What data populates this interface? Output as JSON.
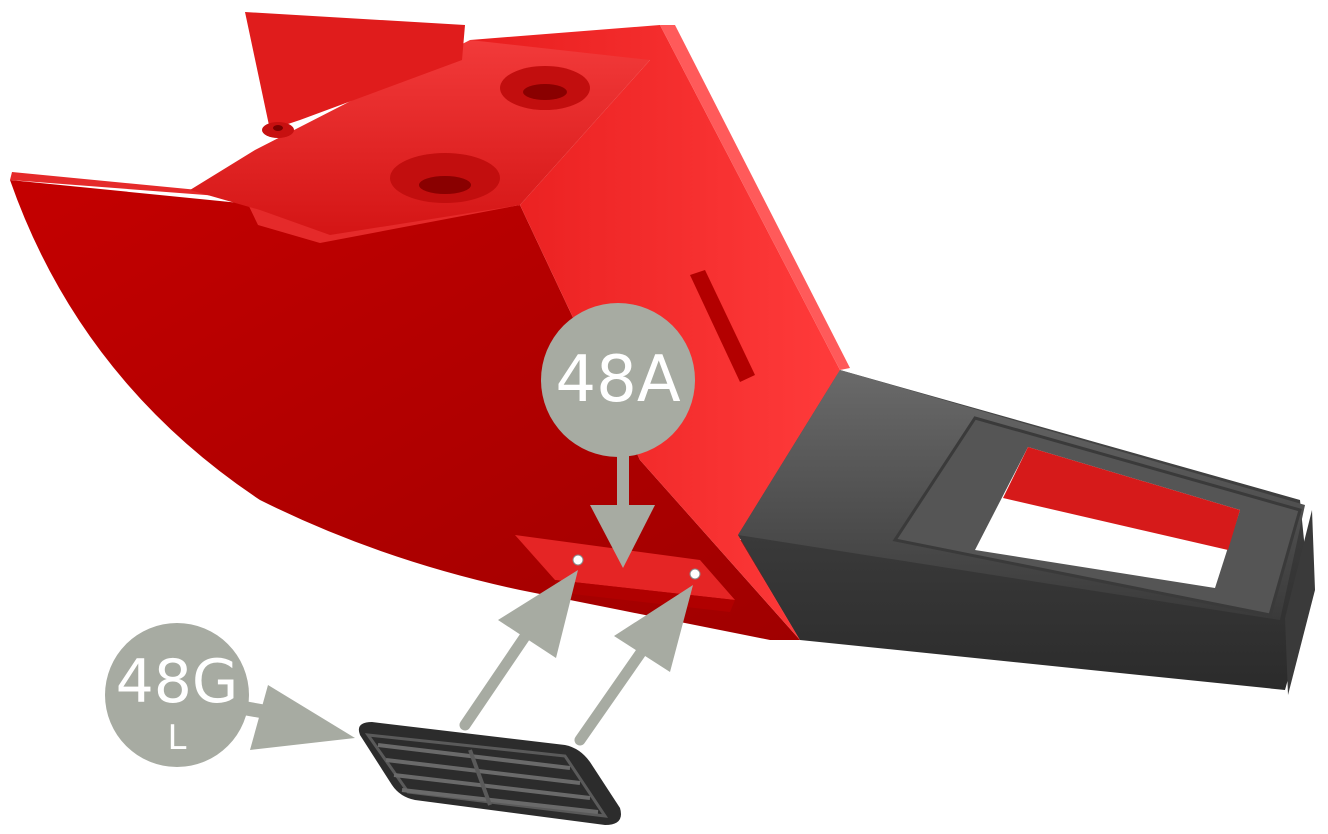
{
  "callouts": {
    "part_a": {
      "label": "48A"
    },
    "part_g": {
      "label": "48G",
      "sublabel": "L"
    }
  },
  "colors": {
    "red_part": "#d61a1a",
    "red_dark": "#a80000",
    "red_light": "#f23a3a",
    "grey_part": "#4a4a4a",
    "grey_dark": "#2e2e2e",
    "callout_fill": "#a7aba2",
    "arrow_fill": "#a7aba2"
  }
}
